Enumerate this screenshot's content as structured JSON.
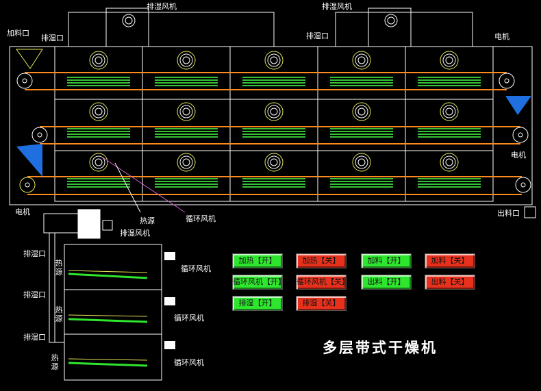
{
  "title": "多层带式干燥机",
  "labels": {
    "exhaust_fan_1": "排湿风机",
    "exhaust_fan_2": "排湿风机",
    "feed_port": "加料口",
    "exhaust_port_top_1": "排湿口",
    "exhaust_port_top_2": "排湿口",
    "motor_top_right": "电机",
    "motor_mid_right": "电机",
    "motor_bottom_left": "电机",
    "discharge_port": "出料口",
    "heat_source_main": "热源",
    "circ_fan_main": "循环风机",
    "exhaust_fan_side": "排湿风机",
    "side_exhaust_1": "排湿口",
    "side_exhaust_2": "排湿口",
    "side_exhaust_3": "排湿口",
    "side_heat_1": "热源",
    "side_heat_2": "热源",
    "side_heat_3": "热源",
    "side_circ_1": "循环风机",
    "side_circ_2": "循环风机",
    "side_circ_3": "循环风机"
  },
  "controls": [
    {
      "label": "加热【开】",
      "state": "on"
    },
    {
      "label": "加热【关】",
      "state": "off"
    },
    {
      "label": "加料【开】",
      "state": "on"
    },
    {
      "label": "加料【关】",
      "state": "off"
    },
    {
      "label": "循环风机【开】",
      "state": "on"
    },
    {
      "label": "循环风机【关】",
      "state": "off"
    },
    {
      "label": "出料【开】",
      "state": "on"
    },
    {
      "label": "出料【关】",
      "state": "off"
    },
    {
      "label": "排湿【开】",
      "state": "on"
    },
    {
      "label": "排湿【关】",
      "state": "off"
    }
  ],
  "colors": {
    "on": "#2fe62f",
    "off": "#e8311d",
    "frame": "#ffffff",
    "belt": "#ff8a1e",
    "heater": "#36c436",
    "fan_ring": "#e6e65a",
    "hopper": "#1f6fe0"
  }
}
